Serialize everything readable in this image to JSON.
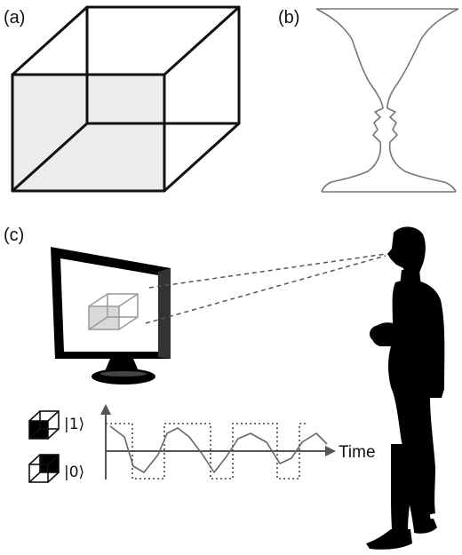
{
  "figure": {
    "panel_a_label": "(a)",
    "panel_b_label": "(b)",
    "panel_c_label": "(c)"
  },
  "graph": {
    "state_one_label": "|1⟩",
    "state_zero_label": "|0⟩",
    "time_axis_label": "Time"
  },
  "icons": {
    "cube": "necker-cube-icon",
    "vase": "rubin-vase-icon",
    "monitor": "monitor-icon",
    "person": "person-silhouette-icon"
  },
  "colors": {
    "line": "#111111",
    "face_shade": "#eeeeee",
    "vase_stroke": "#777777",
    "signal": "#555555",
    "silhouette": "#000000"
  }
}
